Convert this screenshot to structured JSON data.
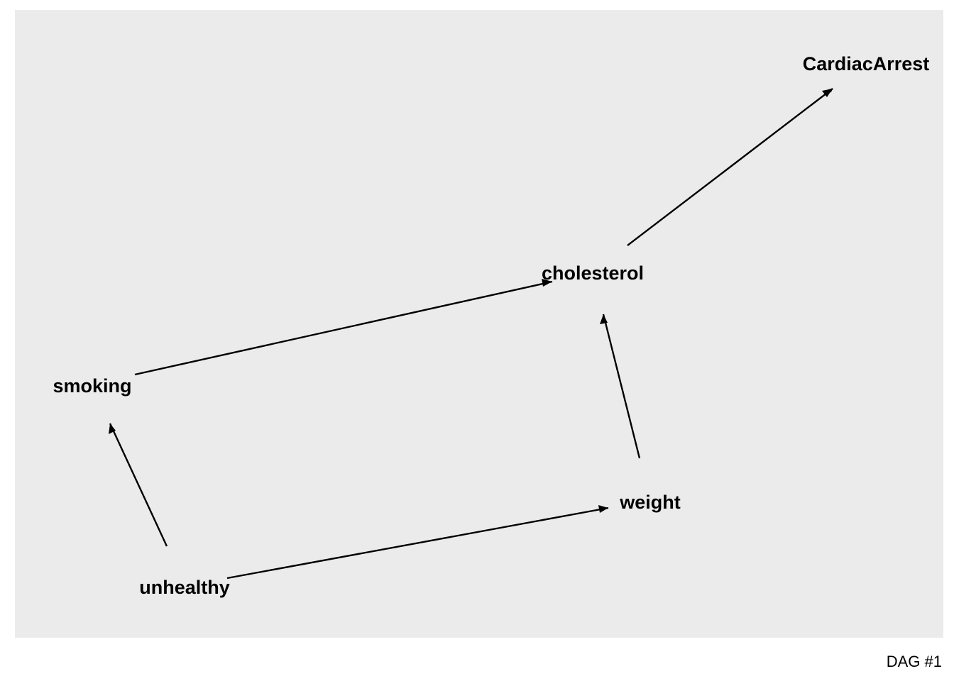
{
  "nodes": {
    "cardiac_arrest": "CardiacArrest",
    "cholesterol": "cholesterol",
    "smoking": "smoking",
    "weight": "weight",
    "unhealthy": "unhealthy"
  },
  "edges": [
    {
      "from": "cholesterol",
      "to": "CardiacArrest"
    },
    {
      "from": "smoking",
      "to": "cholesterol"
    },
    {
      "from": "weight",
      "to": "cholesterol"
    },
    {
      "from": "unhealthy",
      "to": "smoking"
    },
    {
      "from": "unhealthy",
      "to": "weight"
    }
  ],
  "caption": "DAG #1",
  "colors": {
    "panel": "#EBEBEB",
    "edge": "#000000"
  }
}
